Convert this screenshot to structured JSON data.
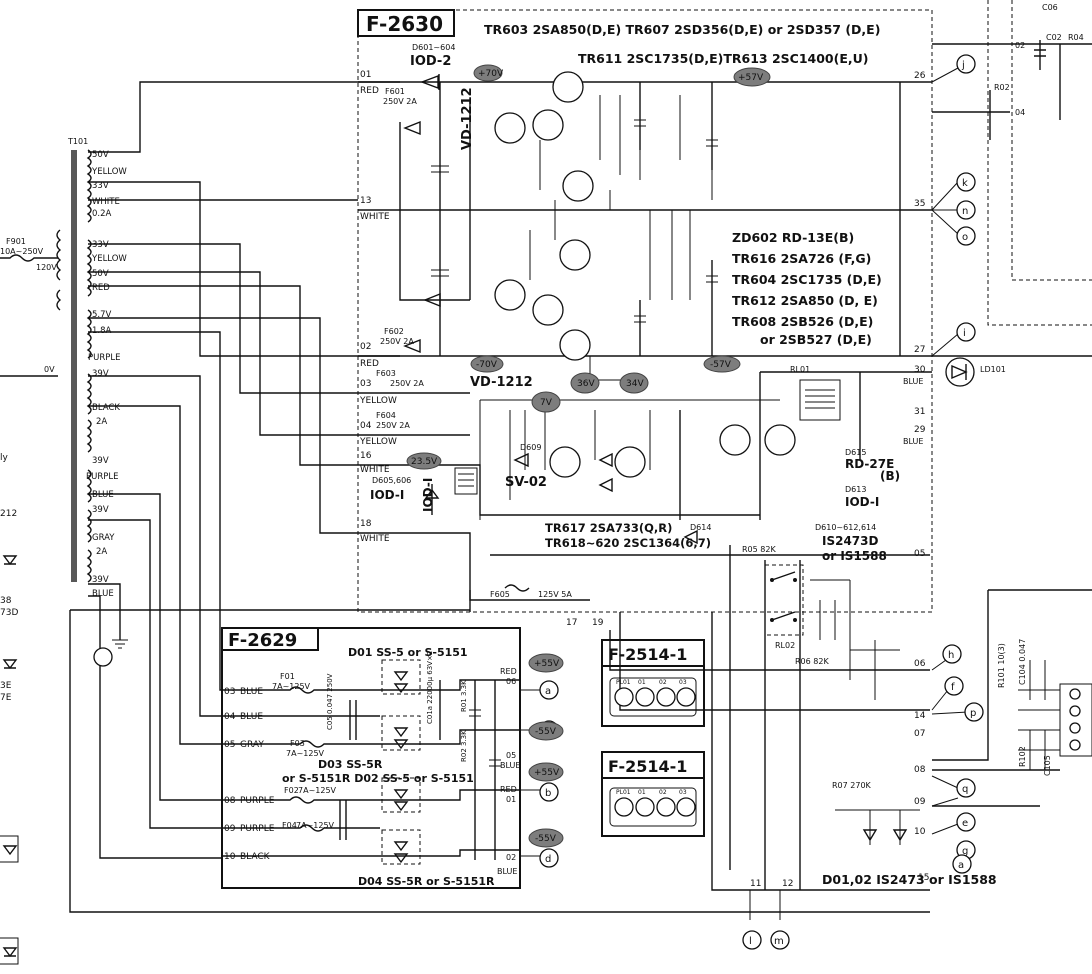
{
  "boards": {
    "main": {
      "title": "F-2630"
    },
    "psu": {
      "title": "F-2629"
    },
    "sub1": {
      "title": "F-2514-1"
    },
    "sub2": {
      "title": "F-2514-1"
    }
  },
  "transistor_list_top": {
    "line1": "TR603 2SA850(D,E)  TR607 2SD356(D,E) or 2SD357 (D,E)",
    "line2": "TR611 2SC1735(D,E)TR613 2SC1400(E,U)"
  },
  "parts_list_right": [
    "ZD602 RD-13E(B)",
    "TR616 2SA726 (F,G)",
    "TR604 2SC1735 (D,E)",
    "TR612 2SA850 (D, E)",
    "TR608 2SB526 (D,E)",
    "or  2SB527 (D,E)"
  ],
  "parts_list_lower": [
    "TR617 2SA733(Q,R)",
    "TR618~620 2SC1364(6,7)"
  ],
  "diode_list": [
    "D610~612,614",
    "IS2473D",
    "or IS1588"
  ],
  "bottom_diode": "D01,02 IS2473 or IS1588",
  "voltages": {
    "v70p": "+70V",
    "v57p": "+57V",
    "v70n": "-70V",
    "v57n": "-57V",
    "v36": "36V",
    "v34": "34V",
    "v7": "7V",
    "v235": "23.5V",
    "v55a": "+55V",
    "v55b": "-55V",
    "v55c": "+55V",
    "v55d": "-55V"
  },
  "transformer": {
    "ref": "T101",
    "taps": [
      "50V",
      "YELLOW",
      "33V",
      "WHITE",
      "0.2A",
      "33V",
      "YELLOW",
      "50V",
      "RED",
      "5.7V",
      "1.8A",
      "PURPLE",
      "39V",
      "BLACK",
      "2A",
      "39V",
      "PURPLE",
      "BLUE",
      "39V",
      "GRAY",
      "2A",
      "39V",
      "BLUE"
    ],
    "primary": [
      "F901",
      "10A~250V",
      "120V",
      "0V"
    ]
  },
  "main_inputs": [
    {
      "pin": "01",
      "color": "RED",
      "fuse": "F601",
      "rating": "250V 2A"
    },
    {
      "pin": "13",
      "color": "WHITE"
    },
    {
      "pin": "02",
      "color": "RED",
      "fuse": "F602",
      "rating": "250V 2A"
    },
    {
      "pin": "03",
      "color": "YELLOW",
      "fuse": "F603",
      "rating": "250V 2A"
    },
    {
      "pin": "04",
      "color": "YELLOW",
      "fuse": "F604",
      "rating": "250V 2A"
    },
    {
      "pin": "16",
      "color": "WHITE"
    },
    {
      "pin": "18",
      "color": "WHITE"
    }
  ],
  "main_components": {
    "d601_604": "D601~604",
    "iod2": "IOD-2",
    "vd1212a": "VD-1212",
    "vd1212b": "VD-1212",
    "d609": "D609",
    "sv02": "SV-02",
    "d605_606": "D605,606",
    "iod1a": "IOD-I",
    "iod1b": "IOD-I",
    "d613": "D613",
    "iod1c": "IOD-I",
    "d615": "D615",
    "rd27e": "RD-27E",
    "rd27eb": "(B)",
    "f605": "F605",
    "f605r": "125V 5A",
    "d614": "D614",
    "ro5": "R05 82K",
    "ro6": "R06 82K",
    "ro7": "R07 270K",
    "rl01": "RL01",
    "rl02": "RL02",
    "ld101": "LD101"
  },
  "main_outputs": [
    "26",
    "35",
    "27",
    "30",
    "31",
    "29",
    "05",
    "06",
    "14",
    "07",
    "08",
    "09",
    "10",
    "15",
    "11",
    "12",
    "17",
    "19"
  ],
  "right_letters": [
    "j",
    "k",
    "n",
    "o",
    "i",
    "h",
    "f",
    "p",
    "q",
    "e",
    "g",
    "a",
    "l",
    "m"
  ],
  "psu_inputs": [
    {
      "pin": "03",
      "color": "BLUE",
      "fuse": "F01",
      "rating": "7A~125V"
    },
    {
      "pin": "04",
      "color": "BLUE"
    },
    {
      "pin": "05",
      "color": "GRAY",
      "fuse": "F03",
      "rating": "7A~125V"
    },
    {
      "pin": "08",
      "color": "PURPLE",
      "fuse": "F02",
      "rating": "7A~125V"
    },
    {
      "pin": "09",
      "color": "PURPLE",
      "fuse": "F04",
      "rating": "7A~125V"
    },
    {
      "pin": "10",
      "color": "BLACK"
    }
  ],
  "psu_diodes": [
    "D01 SS-5 or S-5151",
    "D03 SS-5R",
    "or S-5151R D02 SS-5 or S-5151",
    "D04 SS-5R or S-5151R"
  ],
  "psu_outputs": [
    {
      "pin": "06",
      "color": "RED",
      "letter": "a"
    },
    {
      "pin": "05",
      "color": "BLUE",
      "letter": "c"
    },
    {
      "pin": "01",
      "color": "RED",
      "letter": "b"
    },
    {
      "pin": "02",
      "color": "BLUE",
      "letter": "d"
    }
  ],
  "psu_parts": [
    "C05 0.047 250V",
    "C01a 22000µ 63V×2",
    "R01 3.3K",
    "R02 3.3K"
  ],
  "sub_board_pins": [
    "PL01",
    "01",
    "02",
    "03"
  ],
  "left_partial": [
    "ly",
    "212",
    "38",
    "73D",
    "3E",
    "7E"
  ],
  "far_right": [
    "C06",
    "C02",
    "R04",
    "R02",
    "02",
    "04",
    "R101 10(3)",
    "C104 0.047",
    "R102",
    "C105"
  ]
}
